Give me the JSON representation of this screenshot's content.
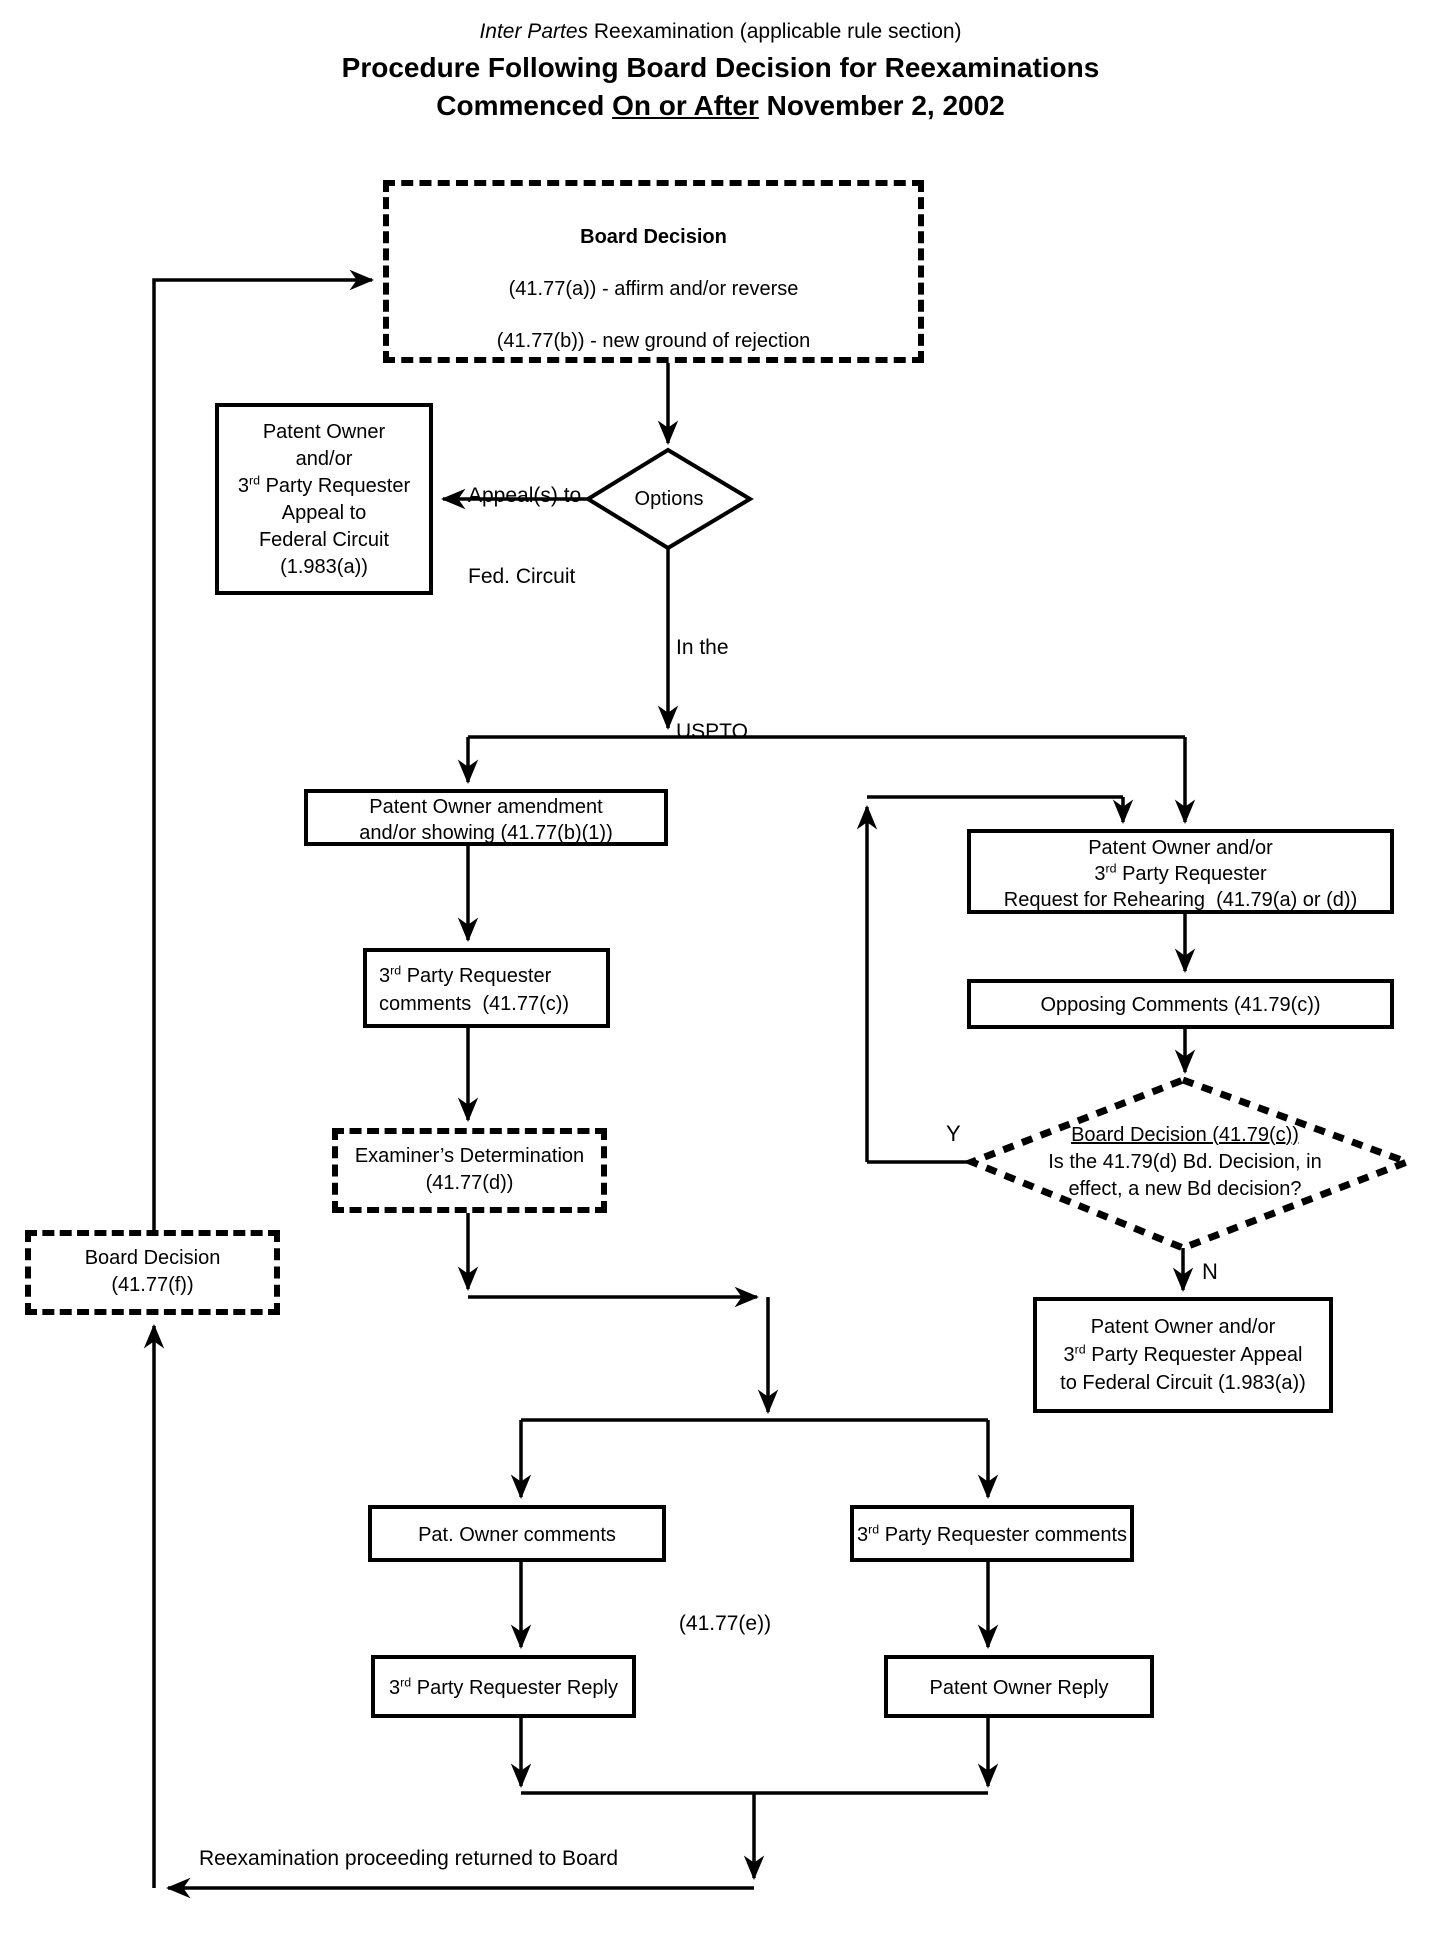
{
  "title": {
    "line1_italic": "Inter Partes",
    "line1_rest": "  Reexamination (applicable rule section)",
    "line2": "Procedure Following Board Decision for Reexaminations",
    "line3_pre": "Commenced ",
    "line3_underline": "On or After",
    "line3_post": " November 2, 2002"
  },
  "nodes": {
    "board_decision_top": {
      "title": "Board Decision",
      "line_a": "(41.77(a)) - affirm and/or reverse",
      "line_b": "(41.77(b)) - new ground of rejection"
    },
    "appeal_left": {
      "l1": "Patent Owner",
      "l2": "and/or",
      "l3_pre": "3",
      "l3_sup": "rd",
      "l3_post": " Party Requester",
      "l4": "Appeal to",
      "l5": "Federal Circuit",
      "l6": "(1.983(a))"
    },
    "options": {
      "label": "Options"
    },
    "amendment": {
      "l1": "Patent Owner amendment",
      "l2": "and/or showing (41.77(b)(1))"
    },
    "requester_comments": {
      "l1_pre": "3",
      "l1_sup": "rd",
      "l1_post": " Party Requester",
      "l2": "comments  (41.77(c))"
    },
    "examiner": {
      "l1": "Examiner’s Determination",
      "l2": "(41.77(d))"
    },
    "board_decision_f": {
      "l1": "Board Decision",
      "l2": "(41.77(f))"
    },
    "rehearing": {
      "l1": "Patent Owner and/or",
      "l2_pre": "3",
      "l2_sup": "rd",
      "l2_post": " Party Requester",
      "l3": "Request for Rehearing  (41.79(a) or (d))"
    },
    "opposing": {
      "l1": "Opposing Comments (41.79(c))"
    },
    "board_decision_diamond": {
      "l1": "Board Decision (41.79(c))",
      "l2": "Is the 41.79(d) Bd. Decision, in",
      "l3": "effect, a new Bd decision?"
    },
    "appeal_right": {
      "l1": "Patent Owner and/or",
      "l2_pre": "3",
      "l2_sup": "rd",
      "l2_post": " Party Requester Appeal",
      "l3": "to Federal Circuit (1.983(a))"
    },
    "pat_owner_comments": {
      "l1": "Pat. Owner comments"
    },
    "requester_comments2": {
      "l1_pre": "3",
      "l1_sup": "rd",
      "l1_post": " Party Requester comments"
    },
    "requester_reply": {
      "l1_pre": "3",
      "l1_sup": "rd",
      "l1_post": " Party Requester Reply"
    },
    "owner_reply": {
      "l1": "Patent Owner Reply"
    }
  },
  "labels": {
    "appeal_fed_l1": "Appeal(s) to",
    "appeal_fed_l2": "Fed. Circuit",
    "in_uspto_l1": "In the",
    "in_uspto_l2": "USPTO",
    "rule_e": "(41.77(e))",
    "yes": "Y",
    "no": "N",
    "returned": "Reexamination proceeding returned to Board"
  },
  "colors": {
    "ink": "#000000",
    "background": "#ffffff"
  }
}
